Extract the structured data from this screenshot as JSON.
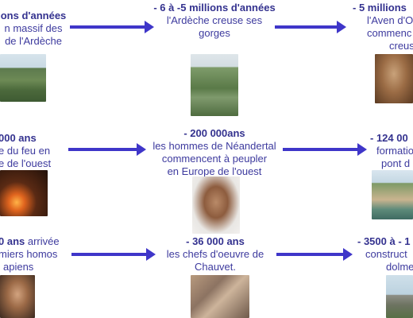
{
  "events": [
    {
      "id": "massif",
      "date": "ons d'années",
      "desc": [
        "n massif des",
        "de l'Ardèche"
      ],
      "image": "mountain-landscape-photo"
    },
    {
      "id": "gorges",
      "date": "- 6 à -5 millions d'années",
      "desc": [
        "l'Ardèche creuse ses",
        "gorges"
      ],
      "image": "ardeche-gorges-photo"
    },
    {
      "id": "aven",
      "date": "- 5 millions",
      "desc": [
        "l'Aven d'O",
        "commenc",
        "creus"
      ],
      "image": "cave-formation-photo"
    },
    {
      "id": "feu",
      "date": "000 ans",
      "desc": [
        "e du feu en",
        "e de l'ouest"
      ],
      "image": "campfire-people-photo"
    },
    {
      "id": "neander",
      "date": "- 200 000ans",
      "desc": [
        "les hommes de Néandertal",
        "commencent à peupler",
        "en Europe de l'ouest"
      ],
      "image": "neanderthal-reconstruction-photo"
    },
    {
      "id": "pont",
      "date": "- 124 00",
      "desc": [
        "formatio",
        "pont d"
      ],
      "image": "natural-bridge-photo"
    },
    {
      "id": "sapiens",
      "date": "0 ans",
      "date_suffix": "arrivée",
      "desc": [
        "miers homos",
        "apiens"
      ],
      "image": "homo-sapiens-face-photo"
    },
    {
      "id": "chauvet",
      "date": "- 36 000 ans",
      "desc": [
        "les chefs d'oeuvre de",
        "Chauvet."
      ],
      "image": "cave-painting-photo"
    },
    {
      "id": "dolmen",
      "date": "- 3500 à - 1",
      "desc": [
        "construct",
        "dolme"
      ],
      "image": "dolmen-landscape-photo"
    }
  ],
  "colors": {
    "accent": "#3f36c9",
    "date": "#34328f",
    "text": "#3d3a9e"
  }
}
